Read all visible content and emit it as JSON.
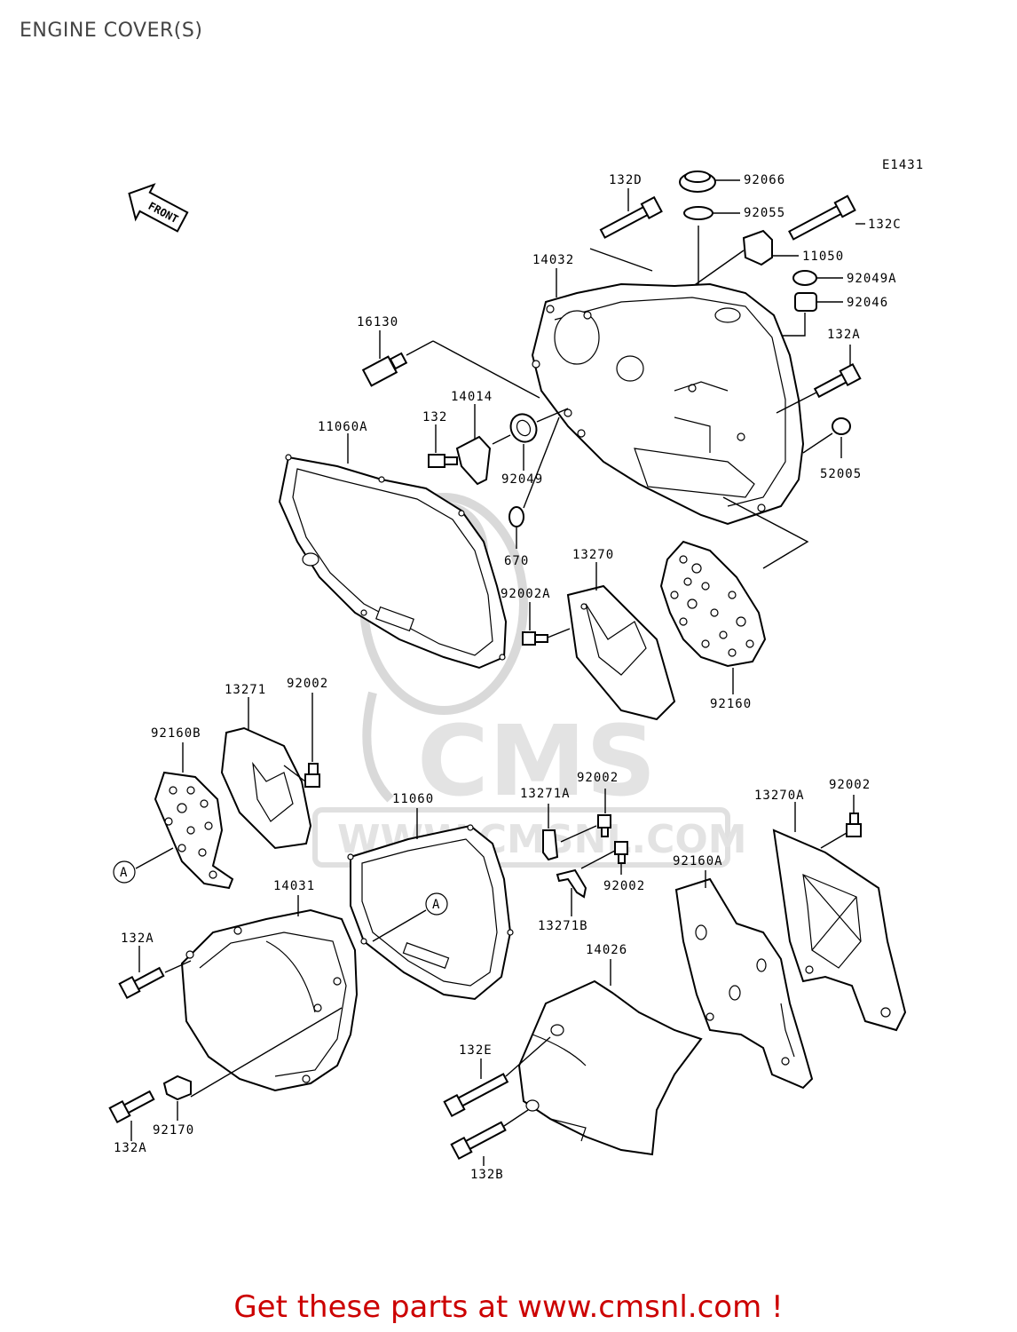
{
  "title": "ENGINE COVER(S)",
  "diagram_code": "E1431",
  "front_marker": "FRONT",
  "watermark": "CMS",
  "watermark_url": "WWW.CMSNL.COM",
  "callout_letter": "A",
  "labels": {
    "p132D": "132D",
    "p92066": "92066",
    "p92055": "92055",
    "p132C": "132C",
    "p11050": "11050",
    "p92049A": "92049A",
    "p92046": "92046",
    "p14032": "14032",
    "p16130": "16130",
    "p132A_top": "132A",
    "p14014": "14014",
    "p132": "132",
    "p11060A": "11060A",
    "p92049": "92049",
    "p52005": "52005",
    "p670": "670",
    "p13270": "13270",
    "p92002A": "92002A",
    "p92160": "92160",
    "p13271": "13271",
    "p92002_a": "92002",
    "p92160B": "92160B",
    "p11060": "11060",
    "p13271A": "13271A",
    "p92002_b": "92002",
    "p13270A": "13270A",
    "p92002_c": "92002",
    "p14031": "14031",
    "p92002_d": "92002",
    "p92160A": "92160A",
    "p132A_mid": "132A",
    "p13271B": "13271B",
    "p14026": "14026",
    "p132E": "132E",
    "p92170": "92170",
    "p132A_bot": "132A",
    "p132B": "132B"
  },
  "footer": "Get these parts at www.cmsnl.com !",
  "colors": {
    "footer": "#cc0000",
    "title": "#444444",
    "watermark": "#d9d9d9"
  }
}
